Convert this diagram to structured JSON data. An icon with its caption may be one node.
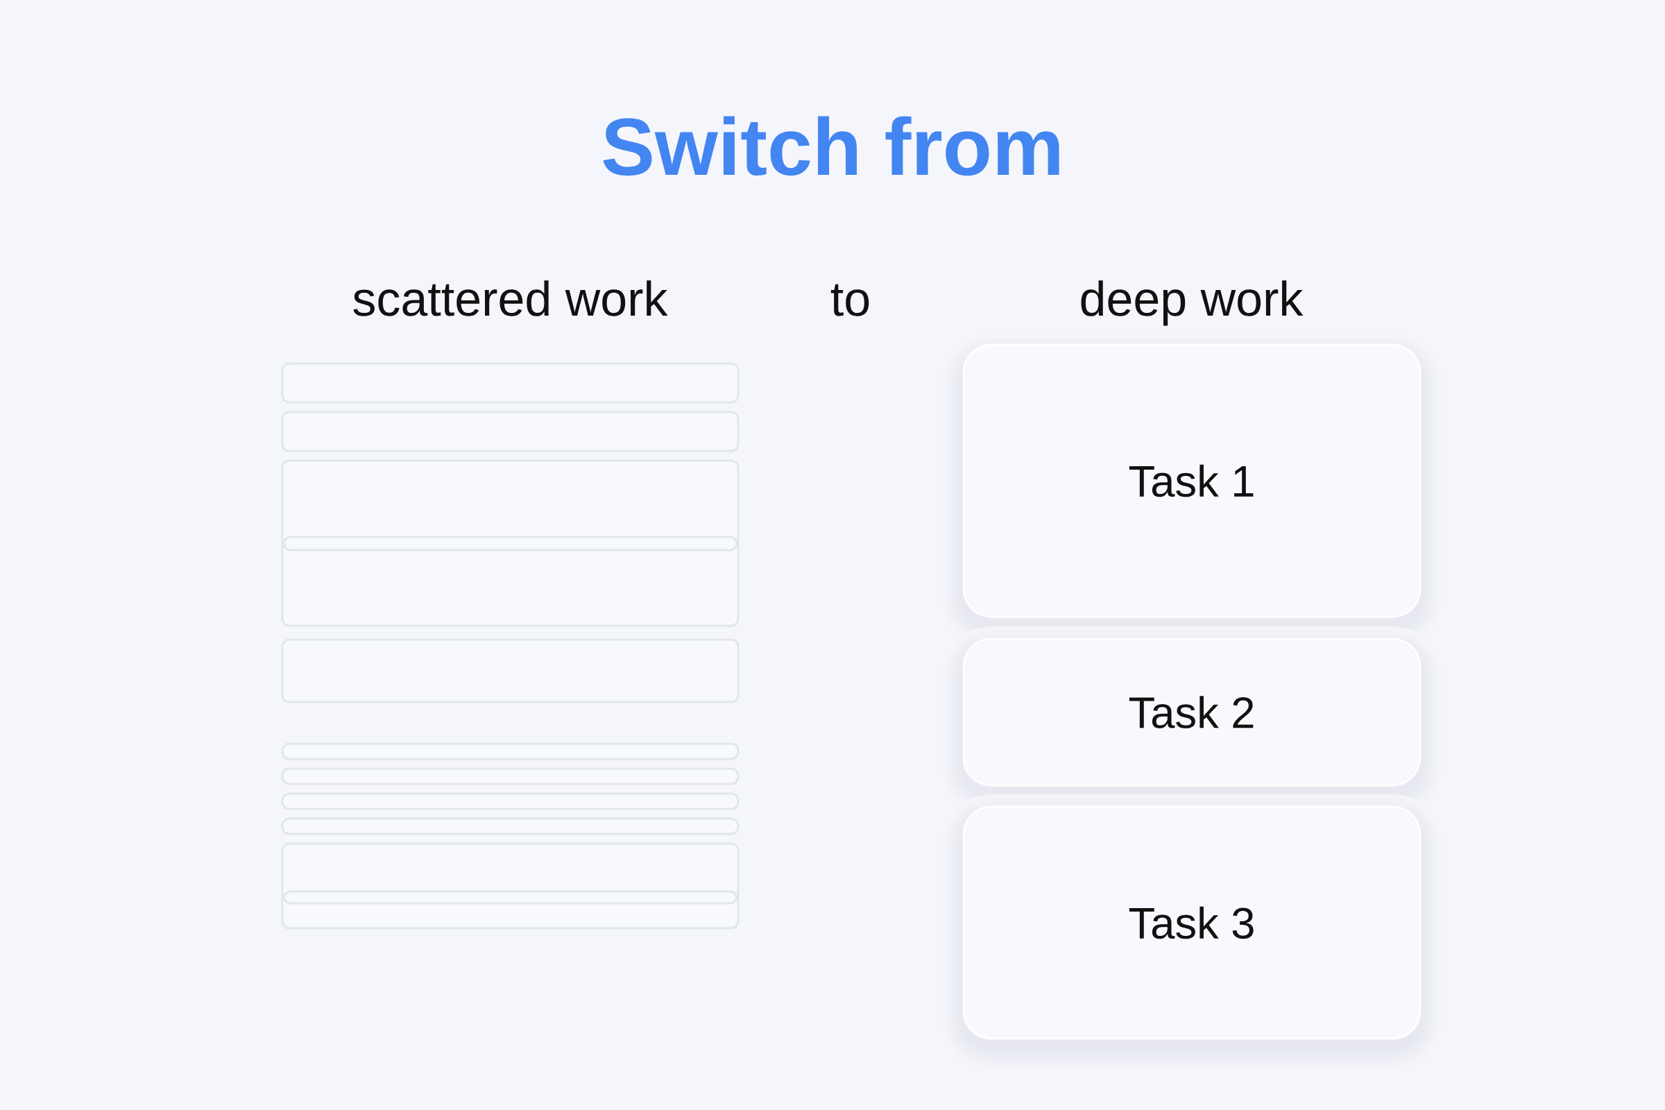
{
  "diagram": {
    "title": "Switch from",
    "nodes": [
      {
        "text": [],
        "shape": "box"
      },
      {
        "text": [],
        "shape": "box"
      },
      {
        "text": [],
        "shape": "box"
      },
      {
        "text": [],
        "shape": "box",
        "in": 2
      },
      {
        "text": [],
        "shape": "box"
      },
      {
        "text": [],
        "shape": "box"
      },
      {
        "text": [],
        "shape": "box"
      },
      {
        "text": [],
        "shape": "box"
      },
      {
        "text": [],
        "shape": "box"
      },
      {
        "text": [],
        "shape": "box"
      },
      {
        "text": [],
        "shape": "box",
        "in": 9
      },
      {
        "text": [
          "Task 1"
        ]
      },
      {
        "text": [
          "Task 2"
        ]
      },
      {
        "text": [
          "Task 3"
        ]
      }
    ],
    "edges": [],
    "labels": [
      "scattered work",
      "to",
      "deep work"
    ]
  }
}
